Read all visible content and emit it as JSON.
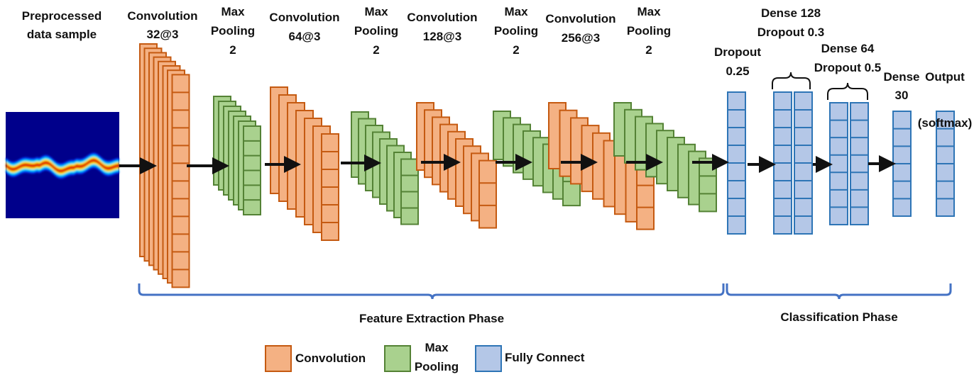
{
  "colors": {
    "conv_fill": "#F4B183",
    "conv_stroke": "#C55A11",
    "pool_fill": "#A9D18E",
    "pool_stroke": "#548235",
    "fc_fill": "#B4C7E7",
    "fc_stroke": "#2E75B6",
    "bracket": "#4472C4",
    "arrow": "#111111"
  },
  "input": {
    "label_lines": [
      "Preprocessed",
      "data sample"
    ]
  },
  "layers": [
    {
      "kind": "conv",
      "label_lines": [
        "Convolution",
        "32@3"
      ]
    },
    {
      "kind": "pool",
      "label_lines": [
        "Max",
        "Pooling",
        "2"
      ]
    },
    {
      "kind": "conv",
      "label_lines": [
        "Convolution",
        "64@3"
      ]
    },
    {
      "kind": "pool",
      "label_lines": [
        "Max",
        "Pooling",
        "2"
      ]
    },
    {
      "kind": "conv",
      "label_lines": [
        "Convolution",
        "128@3"
      ]
    },
    {
      "kind": "pool",
      "label_lines": [
        "Max",
        "Pooling",
        "2"
      ]
    },
    {
      "kind": "conv",
      "label_lines": [
        "Convolution",
        "256@3"
      ]
    },
    {
      "kind": "pool",
      "label_lines": [
        "Max",
        "Pooling",
        "2"
      ]
    },
    {
      "kind": "fc",
      "label_lines": [
        "Dropout",
        "0.25"
      ]
    },
    {
      "kind": "fc",
      "label_lines": [
        "Dense 128",
        "Dropout 0.3"
      ]
    },
    {
      "kind": "fc",
      "label_lines": [
        "Dense 64",
        "Dropout 0.5"
      ]
    },
    {
      "kind": "fc",
      "label_lines": [
        "Dense",
        "30"
      ]
    },
    {
      "kind": "fc",
      "label_lines": [
        "Output",
        "(softmax)"
      ]
    }
  ],
  "phases": {
    "feature": "Feature Extraction Phase",
    "classification": "Classification Phase"
  },
  "legend": [
    {
      "kind": "conv",
      "label_lines": [
        "Convolution"
      ]
    },
    {
      "kind": "pool",
      "label_lines": [
        "Max",
        "Pooling"
      ]
    },
    {
      "kind": "fc",
      "label_lines": [
        "Fully Connect"
      ]
    }
  ]
}
